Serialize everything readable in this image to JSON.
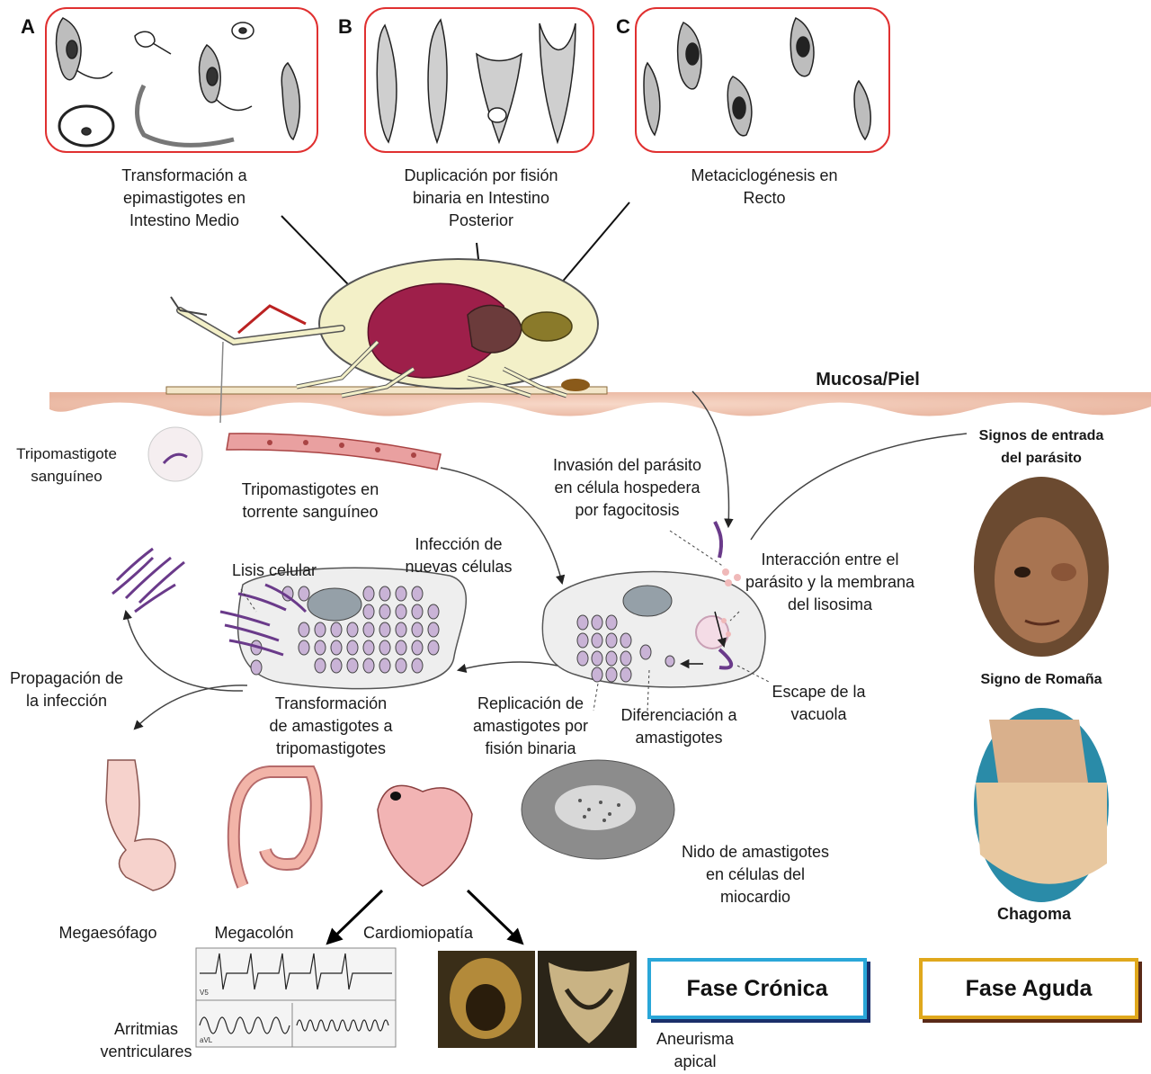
{
  "panels": [
    {
      "letter": "A",
      "caption": "Transformación a\nepimastigotes en\nIntestino Medio"
    },
    {
      "letter": "B",
      "caption": "Duplicación por fisión\nbinaria en Intestino\nPosterior"
    },
    {
      "letter": "C",
      "caption": "Metaciclogénesis en\nRecto"
    }
  ],
  "labels": {
    "mucosa": "Mucosa/Piel",
    "tripo_sanguineo": "Tripomastigote\nsanguíneo",
    "tripo_torrente": "Tripomastigotes en\ntorrente sanguíneo",
    "invasion": "Invasión del parásito\nen célula hospedera\npor fagocitosis",
    "interaccion": "Interacción entre el\nparásito y la membrana\ndel lisosima",
    "escape": "Escape de la\nvacuola",
    "diferenciacion": "Diferenciación a\namastigotes",
    "replicacion": "Replicación de\namastigotes por\nfisión binaria",
    "infeccion_nuevas": "Infección de\nnuevas células",
    "lisis": "Lisis celular",
    "transformacion": "Transformación\nde amastigotes a\ntripomastigotes",
    "propagacion": "Propagación de\nla infección",
    "nido": "Nido de  amastigotes\nen células del\nmiocardio",
    "signos_entrada": "Signos de entrada\ndel parásito",
    "signo_romana": "Signo de Romaña",
    "chagoma": "Chagoma",
    "megaesofago": "Megaesófago",
    "megacolon": "Megacolón",
    "cardiomiopatia": "Cardiomiopatía",
    "arritmias": "Arritmias\nventriculares",
    "aneurisma": "Aneurisma\napical",
    "ecg_v5": "V5",
    "ecg_avl": "aVL"
  },
  "phases": {
    "cronica": "Fase Crónica",
    "aguda": "Fase Aguda"
  },
  "colors": {
    "panel_border": "#e03030",
    "skin": "#f2c8b6",
    "bug_body": "#f3f0c8",
    "bug_abdomen": "#9e1f4a",
    "cell_fill": "#eeeeee",
    "amastigote": "#c9b3d6",
    "phase_cronica_border": "#2aa7d8",
    "phase_aguda_border": "#e0a81c"
  }
}
